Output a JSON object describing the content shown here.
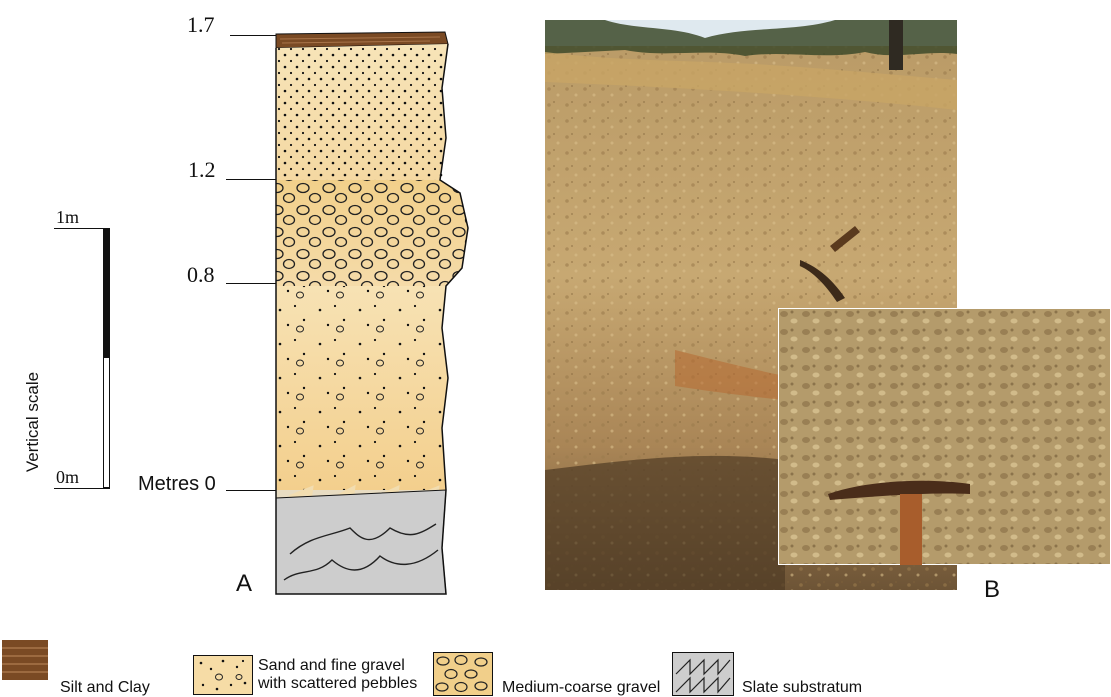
{
  "scale": {
    "title": "Vertical scale",
    "top_label": "1m",
    "bottom_label": "0m"
  },
  "column": {
    "depth_labels": [
      "1.7",
      "1.2",
      "0.8",
      "Metres 0"
    ],
    "panel_label": "A"
  },
  "photo": {
    "panel_label": "B"
  },
  "legend": {
    "items": [
      {
        "label": "Silt and Clay"
      },
      {
        "label_line1": "Sand and fine gravel",
        "label_line2": "with scattered pebbles"
      },
      {
        "label": "Medium-coarse gravel"
      },
      {
        "label": "Slate substratum"
      }
    ]
  },
  "colors": {
    "silt_clay": "#7a4a24",
    "sand": "#f6dca6",
    "gravel": "#f1cf8a",
    "slate": "#cdcdcd",
    "soil_photo": "#c7a872"
  }
}
